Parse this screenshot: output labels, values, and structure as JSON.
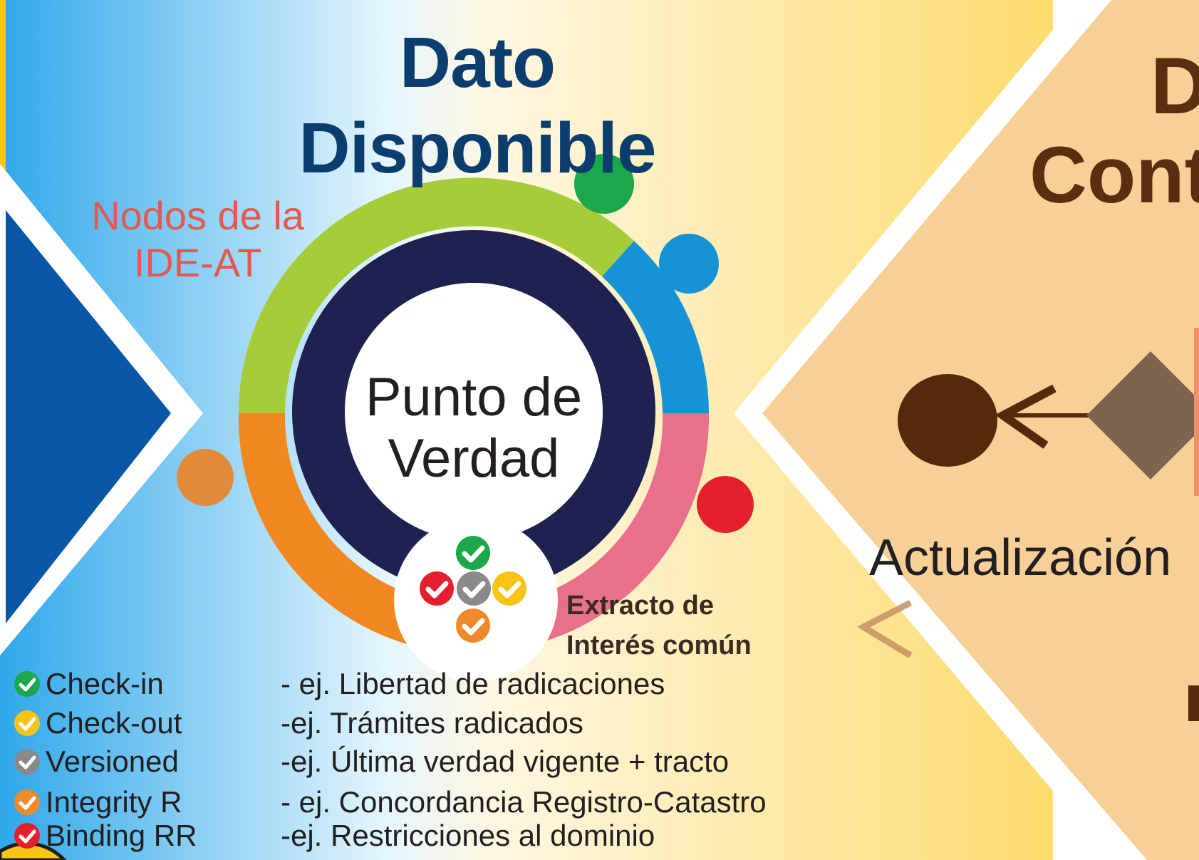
{
  "title": {
    "line1": "Dato",
    "line2": "Disponible"
  },
  "nodes_label": {
    "line1": "Nodos de la",
    "line2": "IDE-AT"
  },
  "center": {
    "line1": "Punto de",
    "line2": "Verdad"
  },
  "extract_label": {
    "line1": "Extracto de",
    "line2": "Interés común"
  },
  "legend": [
    {
      "name": "Check-in",
      "desc": "- ej.  Libertad de radicaciones",
      "color": "#1aa84b",
      "icon": "check-circle-green-icon"
    },
    {
      "name": "Check-out",
      "desc": "-ej.  Trámites radicados",
      "color": "#f6c416",
      "icon": "check-circle-yellow-icon"
    },
    {
      "name": "Versioned",
      "desc": " -ej.  Última  verdad vigente  + tracto",
      "color": "#8a8a8a",
      "icon": "check-circle-gray-icon"
    },
    {
      "name": "Integrity  R",
      "desc": "- ej. Concordancia Registro-Catastro",
      "color": "#ef8a2a",
      "icon": "check-circle-orange-icon"
    },
    {
      "name": "Binding RR",
      "desc": "-ej.  Restricciones al dominio",
      "color": "#e5202e",
      "icon": "check-circle-red-icon"
    }
  ],
  "right_panel": {
    "title_line1": "D",
    "title_line2": "Cont",
    "caption": "Actualización"
  },
  "colors": {
    "ring_green": "#a5cd39",
    "ring_blue": "#1593d5",
    "ring_pink": "#e9708a",
    "ring_orange": "#f0871f",
    "ring_inner": "#1f2150",
    "title": "#0c3d6f",
    "right_bg": "#f7d097",
    "arrow_brown": "#5c2d0e"
  }
}
